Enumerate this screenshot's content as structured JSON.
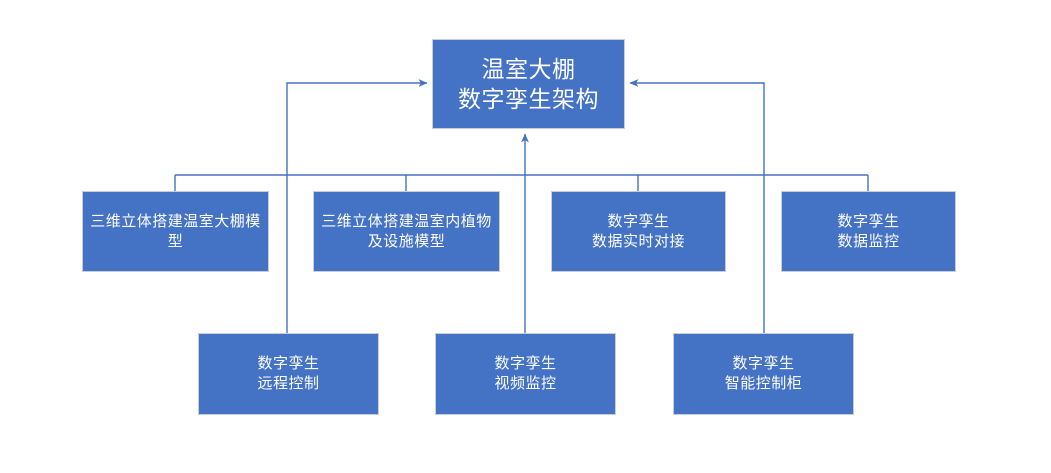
{
  "diagram": {
    "title": "温室大棚数字孪生架构",
    "theme": {
      "node_fill": "#4472C4",
      "node_border": "#c9cdd4",
      "connector": "#4472C4",
      "text": "#FFFFFF",
      "background": "#FFFFFF"
    },
    "root": {
      "id": "root",
      "name": "温室大棚数字孪生架构",
      "line1": "温室大棚",
      "line2": "数字孪生架构",
      "label": "温室大棚\n数字孪生架构"
    },
    "level2": [
      {
        "id": "model-greenhouse",
        "line1": "三维立体搭建温室大",
        "line2": "棚模型",
        "label": "三维立体搭建温室大棚模型"
      },
      {
        "id": "model-plants",
        "line1": "三维立体搭建温室内",
        "line2": "植物及设施模型",
        "label": "三维立体搭建温室内植物及设施模型"
      },
      {
        "id": "data-realtime",
        "line1": "数字孪生",
        "line2": "数据实时对接",
        "label": "数字孪生\n数据实时对接"
      },
      {
        "id": "data-monitor",
        "line1": "数字孪生",
        "line2": "数据监控",
        "label": "数字孪生\n数据监控"
      }
    ],
    "level3": [
      {
        "id": "remote-control",
        "line1": "数字孪生",
        "line2": "远程控制",
        "label": "数字孪生\n远程控制"
      },
      {
        "id": "video-monitor",
        "line1": "数字孪生",
        "line2": "视频监控",
        "label": "数字孪生\n视频监控"
      },
      {
        "id": "smart-cabinet",
        "line1": "数字孪生",
        "line2": "智能控制柜",
        "label": "数字孪生\n智能控制柜"
      }
    ],
    "connections": [
      {
        "from": "model-greenhouse",
        "to": "root",
        "style": "elbow"
      },
      {
        "from": "model-plants",
        "to": "root",
        "style": "elbow"
      },
      {
        "from": "data-realtime",
        "to": "root",
        "style": "elbow"
      },
      {
        "from": "data-monitor",
        "to": "root",
        "style": "elbow"
      },
      {
        "from": "remote-control",
        "to": "root",
        "style": "elbow-arrow-right"
      },
      {
        "from": "video-monitor",
        "to": "root",
        "style": "straight-arrow-up"
      },
      {
        "from": "smart-cabinet",
        "to": "root",
        "style": "elbow-arrow-left"
      }
    ]
  }
}
